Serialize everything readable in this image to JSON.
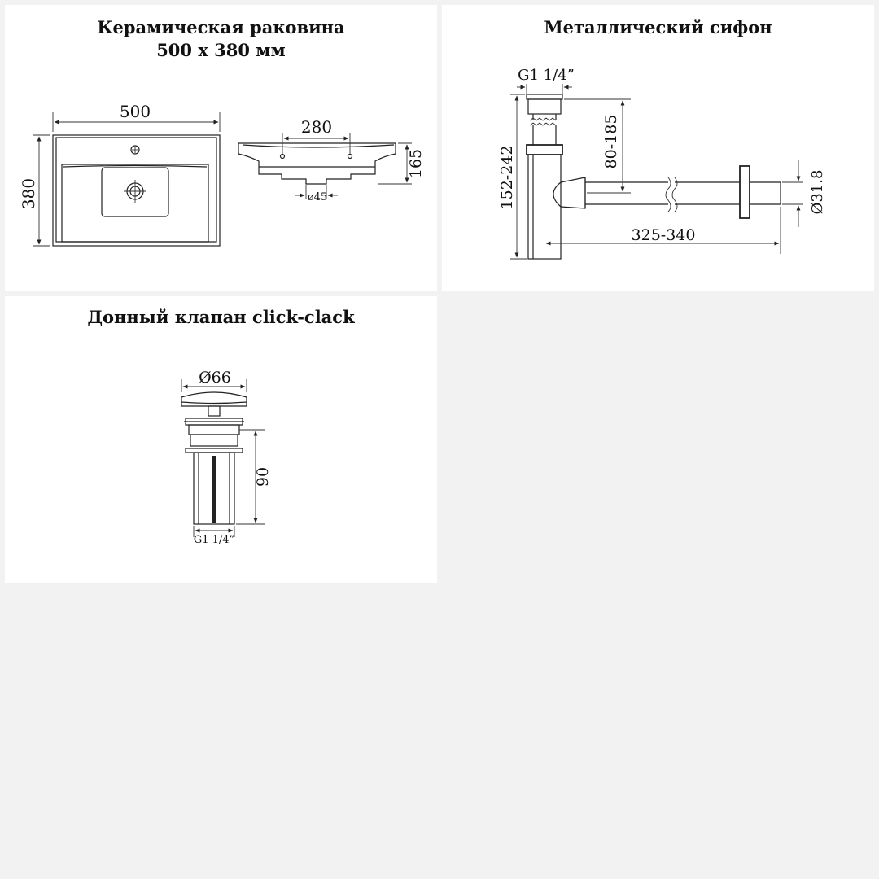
{
  "panels": {
    "sink": {
      "title_line1": "Керамическая раковина",
      "title_line2": "500 x 380 мм",
      "dims": {
        "width": "500",
        "depth": "380",
        "bolt_spacing": "280",
        "height": "165",
        "drain": "ø45"
      }
    },
    "siphon": {
      "title": "Металлический сифон",
      "dims": {
        "thread": "G1 1/4”",
        "total_height": "152-242",
        "outlet_height": "80-185",
        "length": "325-340",
        "pipe_diameter": "Ø31.8"
      }
    },
    "valve": {
      "title": "Донный клапан click-clack",
      "dims": {
        "cap_diameter": "Ø66",
        "height": "90",
        "thread": "G1 1/4”"
      }
    }
  },
  "colors": {
    "background": "#f2f2f2",
    "panel": "#ffffff",
    "ink": "#222222"
  }
}
